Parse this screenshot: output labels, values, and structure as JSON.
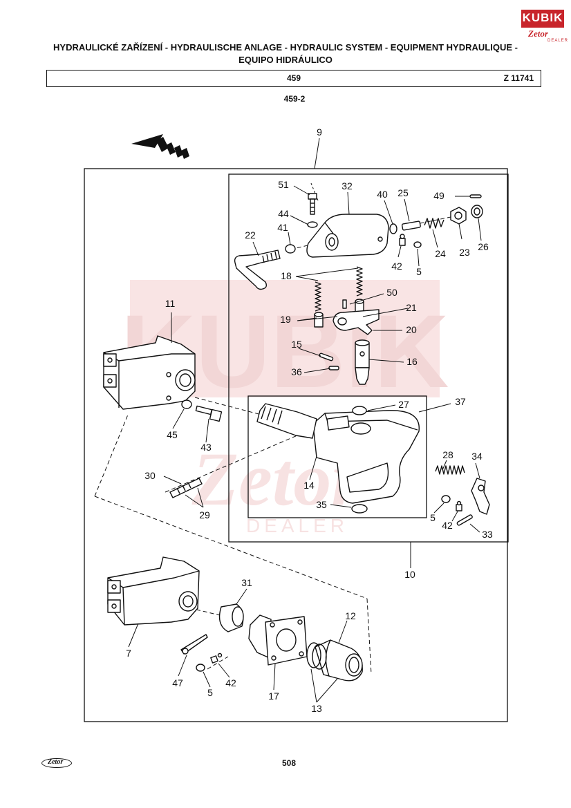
{
  "header": {
    "title_line1": "HYDRAULICKÉ ZAŘÍZENÍ - HYDRAULISCHE ANLAGE - HYDRAULIC SYSTEM - EQUIPMENT HYDRAULIQUE -",
    "title_line2": "EQUIPO HIDRÁULICO",
    "group_number": "459",
    "drawing_code": "Z 11741",
    "sub_group": "459-2"
  },
  "logo": {
    "word": "KUBIK",
    "brand": "Zetor",
    "dealer": "DEALER"
  },
  "watermark": {
    "word": "KUBIK",
    "brand": "Zetor",
    "dealer": "DEALER"
  },
  "colors": {
    "ink": "#111111",
    "logo_red": "#c8252b",
    "watermark": "#f2c4c4"
  },
  "part_labels": [
    "9",
    "51",
    "32",
    "40",
    "25",
    "49",
    "44",
    "41",
    "22",
    "23",
    "26",
    "24",
    "42",
    "5",
    "18",
    "50",
    "11",
    "21",
    "19",
    "20",
    "15",
    "36",
    "16",
    "27",
    "37",
    "45",
    "43",
    "14",
    "28",
    "34",
    "30",
    "35",
    "29",
    "42",
    "5",
    "33",
    "10",
    "31",
    "12",
    "7",
    "47",
    "42",
    "5",
    "17",
    "13"
  ],
  "footer": {
    "page_number": "508",
    "logo_text": "Zetor"
  }
}
